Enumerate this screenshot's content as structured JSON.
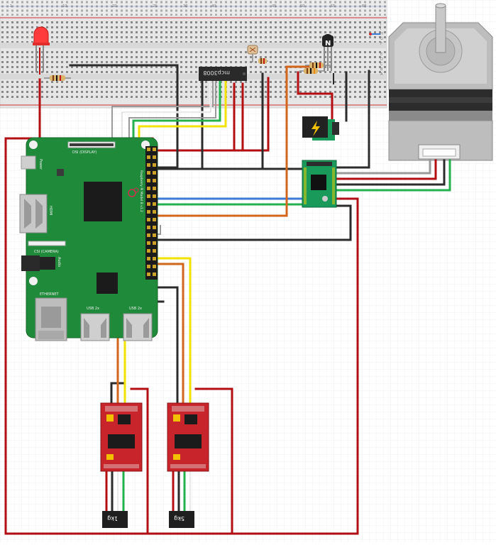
{
  "breadboard": {
    "column_numbers": [
      "1",
      "10",
      "20",
      "25",
      "30",
      "40",
      "45",
      "50",
      "55",
      "60"
    ],
    "row_letters_top": [
      "J",
      "I",
      "H",
      "G",
      "F"
    ],
    "row_letters_bottom": [
      "E",
      "D",
      "C",
      "B",
      "A"
    ]
  },
  "components": {
    "adc_chip_label": "mcp3008",
    "transistor_label": "N",
    "weight_1_label": "1kg",
    "weight_2_label": "5kg"
  },
  "raspberry_pi": {
    "dsi_label": "DSI (DISPLAY)",
    "csi_label": "CSI (CAMERA)",
    "hdmi_label": "HDMI",
    "power_label": "Power",
    "audio_label": "Audio",
    "ethernet_label": "ETHERNET",
    "usb_1_label": "USB 2x",
    "usb_2_label": "USB 2x",
    "model_label": "Raspberry Pi Model B v1.2"
  },
  "colors": {
    "red_wire": "#b30f12",
    "black_wire": "#2b2b2b",
    "yellow_wire": "#f2e200",
    "green_wire": "#22b14c",
    "orange_wire": "#d4661c",
    "blue_wire": "#3a7bd5",
    "gray_wire": "#9a9a9a",
    "pi_board": "#1f8b3a",
    "hx711_board": "#c8242b",
    "driver_board": "#1a9a5a"
  }
}
